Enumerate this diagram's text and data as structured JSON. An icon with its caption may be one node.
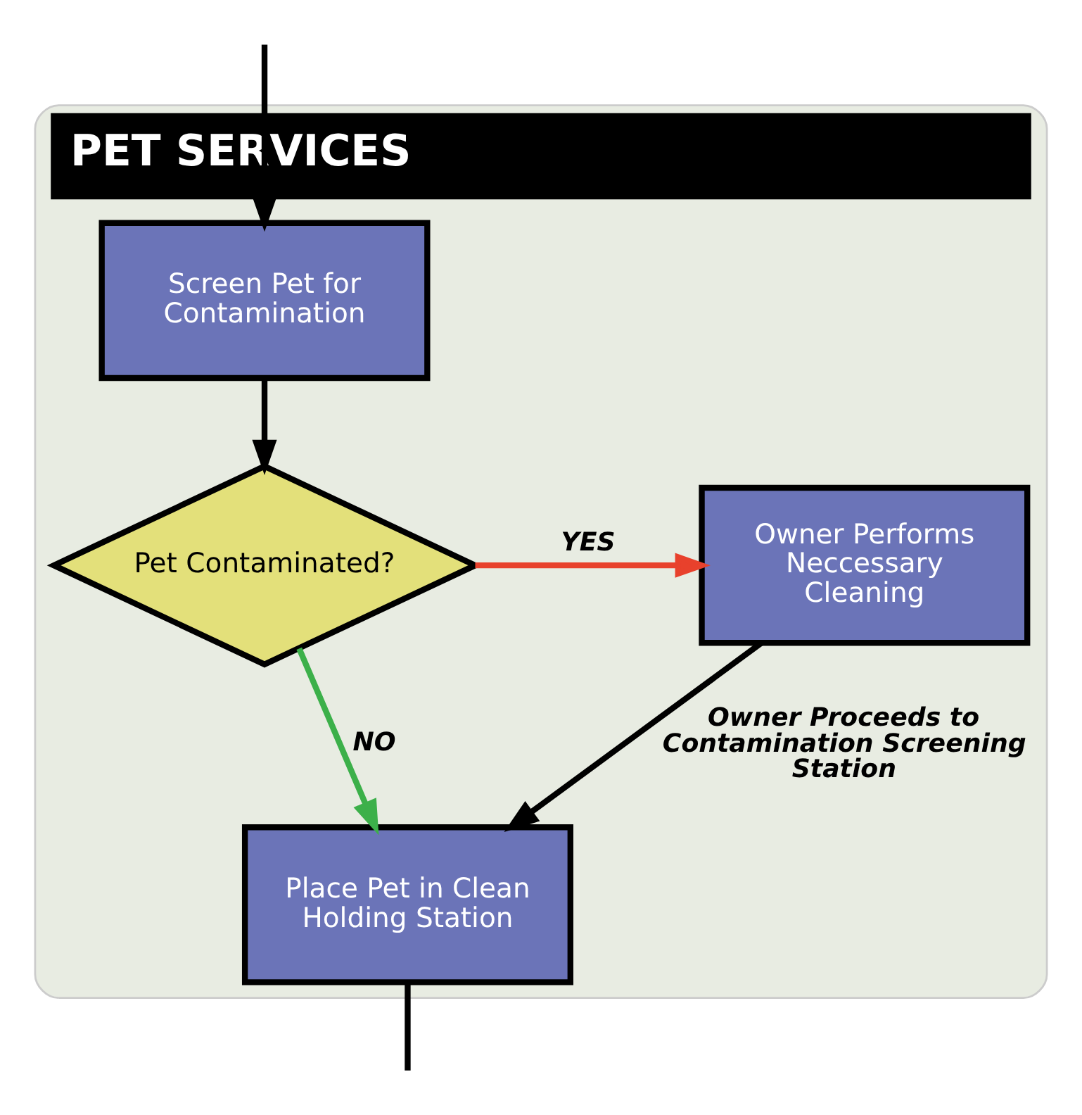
{
  "diagram": {
    "nodes": [
      {
        "text": [
          "PET SERVICES"
        ]
      },
      {
        "text": [
          "Screen Pet for Contamination"
        ],
        "in": 0
      },
      {
        "text": [
          "Pet Contaminated?"
        ],
        "in": 0
      },
      {
        "text": [
          "Owner Performs Neccessary Cleaning"
        ],
        "in": 0
      },
      {
        "text": [
          "Place Pet in Clean Holding Station"
        ],
        "in": 0
      }
    ],
    "edges": [
      {
        "from": null,
        "to": 1,
        "arrow": "to"
      },
      {
        "from": 1,
        "to": 2,
        "arrow": "to"
      },
      {
        "from": 2,
        "to": 3,
        "arrow": "to",
        "label": "YES",
        "color": "#e8412c"
      },
      {
        "from": 2,
        "to": 4,
        "arrow": "to",
        "label": "NO",
        "color": "#3cb04a"
      },
      {
        "from": 3,
        "to": 4,
        "arrow": "to",
        "label": "Owner Proceeds to Contamination Screening Station"
      },
      {
        "from": 4,
        "to": null,
        "arrow": "none"
      }
    ]
  }
}
